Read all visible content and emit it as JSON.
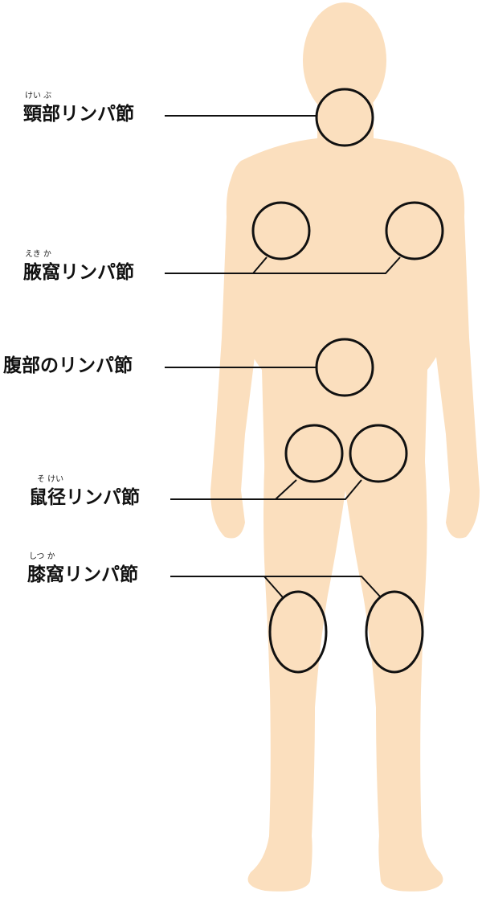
{
  "colors": {
    "skin": "#fbdfbe",
    "line": "#111111",
    "background": "#ffffff"
  },
  "labels": [
    {
      "id": "neck",
      "text": "頸部リンパ節",
      "ruby": "けい ぶ"
    },
    {
      "id": "axilla",
      "text": "腋窩リンパ節",
      "ruby": "えき か"
    },
    {
      "id": "abdomen",
      "text": "腹部のリンパ節",
      "ruby": ""
    },
    {
      "id": "groin",
      "text": "鼠径リンパ節",
      "ruby": "そ けい"
    },
    {
      "id": "knee",
      "text": "膝窩リンパ節",
      "ruby": "しつ か"
    }
  ]
}
